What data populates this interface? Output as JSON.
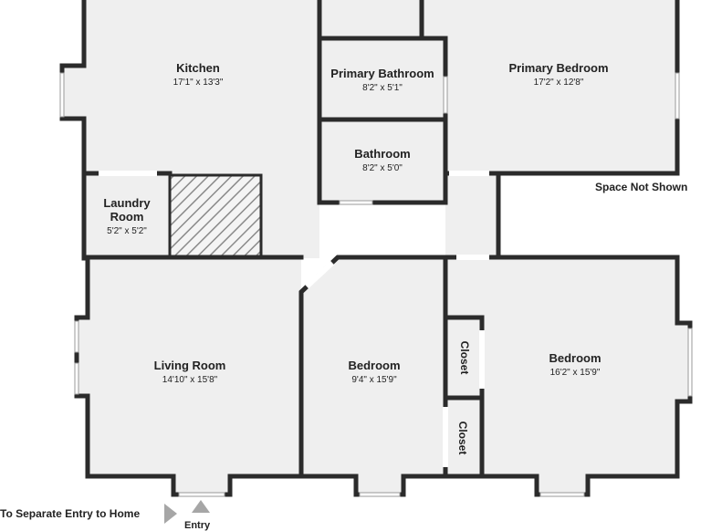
{
  "rooms": {
    "kitchen": {
      "name": "Kitchen",
      "dim": "17'1\" x 13'3\""
    },
    "primary_bathroom": {
      "name": "Primary Bathroom",
      "dim": "8'2\" x 5'1\""
    },
    "primary_bedroom": {
      "name": "Primary Bedroom",
      "dim": "17'2\" x 12'8\""
    },
    "bathroom": {
      "name": "Bathroom",
      "dim": "8'2\" x 5'0\""
    },
    "laundry": {
      "name": "Laundry\nRoom",
      "dim": "5'2\" x 5'2\""
    },
    "living_room": {
      "name": "Living Room",
      "dim": "14'10\" x 15'8\""
    },
    "bedroom_middle": {
      "name": "Bedroom",
      "dim": "9'4\" x 15'9\""
    },
    "bedroom_right": {
      "name": "Bedroom",
      "dim": "16'2\" x 15'9\""
    },
    "closet_upper": {
      "name": "Closet"
    },
    "closet_lower": {
      "name": "Closet"
    }
  },
  "notes": {
    "space_not_shown": "Space Not Shown",
    "separate_entry": "To Separate Entry to Home",
    "entry": "Entry"
  },
  "colors": {
    "floor": "#efefef",
    "wall": "#2b2b2b",
    "hatch": "#8a8a8a"
  }
}
